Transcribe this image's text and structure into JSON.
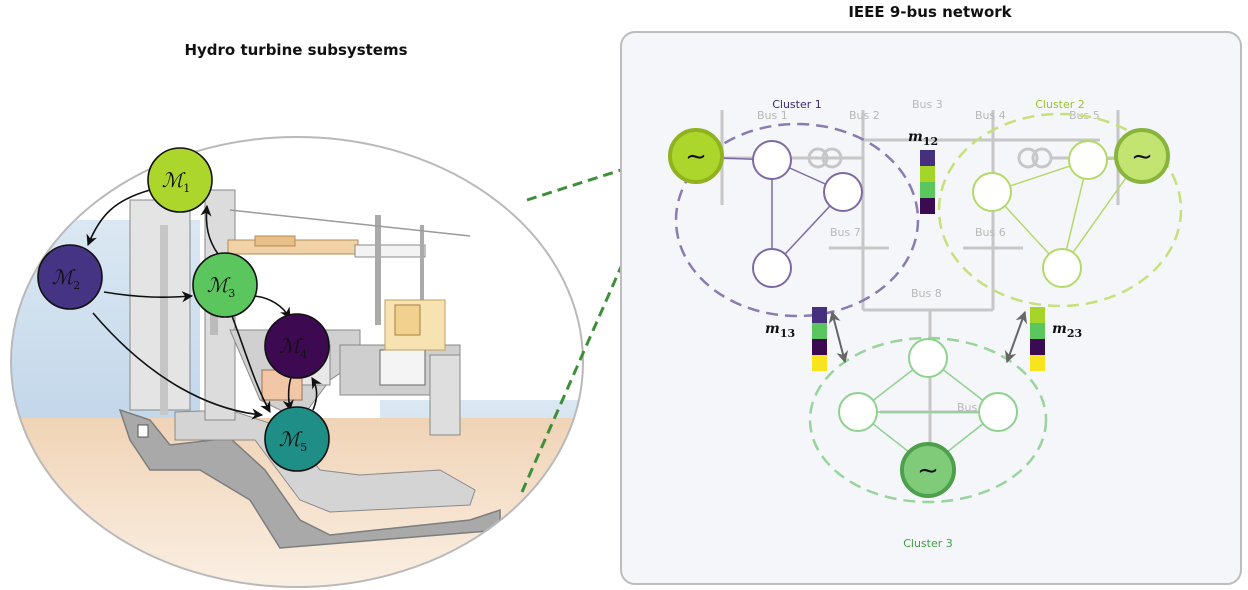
{
  "left_title": "Hydro turbine subsystems",
  "right_title": "IEEE 9-bus network",
  "modules": [
    {
      "id": "m1",
      "symbol": "ℳ",
      "sub": "1",
      "color": "#acd62c"
    },
    {
      "id": "m2",
      "symbol": "ℳ",
      "sub": "2",
      "color": "#453384"
    },
    {
      "id": "m3",
      "symbol": "ℳ",
      "sub": "3",
      "color": "#5cc65e"
    },
    {
      "id": "m4",
      "symbol": "ℳ",
      "sub": "4",
      "color": "#3d0a52"
    },
    {
      "id": "m5",
      "symbol": "ℳ",
      "sub": "5",
      "color": "#1e8e86"
    }
  ],
  "buses": [
    "Bus 1",
    "Bus 2",
    "Bus 3",
    "Bus 4",
    "Bus 5",
    "Bus 6",
    "Bus 7",
    "Bus 8",
    "Bus"
  ],
  "clusters": [
    {
      "label": "Cluster 1",
      "color": "#3d2a6e"
    },
    {
      "label": "Cluster 2",
      "color": "#9bc42a"
    },
    {
      "label": "Cluster 3",
      "color": "#3f9f45"
    }
  ],
  "messages": [
    {
      "name": "m",
      "sub": "12",
      "colors": [
        "#45307e",
        "#a6d52a",
        "#5cc65e",
        "#3a0b50"
      ]
    },
    {
      "name": "m",
      "sub": "13",
      "colors": [
        "#45307e",
        "#5cc65e",
        "#3a0b50",
        "#f8e41e"
      ]
    },
    {
      "name": "m",
      "sub": "23",
      "colors": [
        "#a6d52a",
        "#5cc65e",
        "#3a0b50",
        "#f8e41e"
      ]
    }
  ],
  "generator_symbol": "∼"
}
